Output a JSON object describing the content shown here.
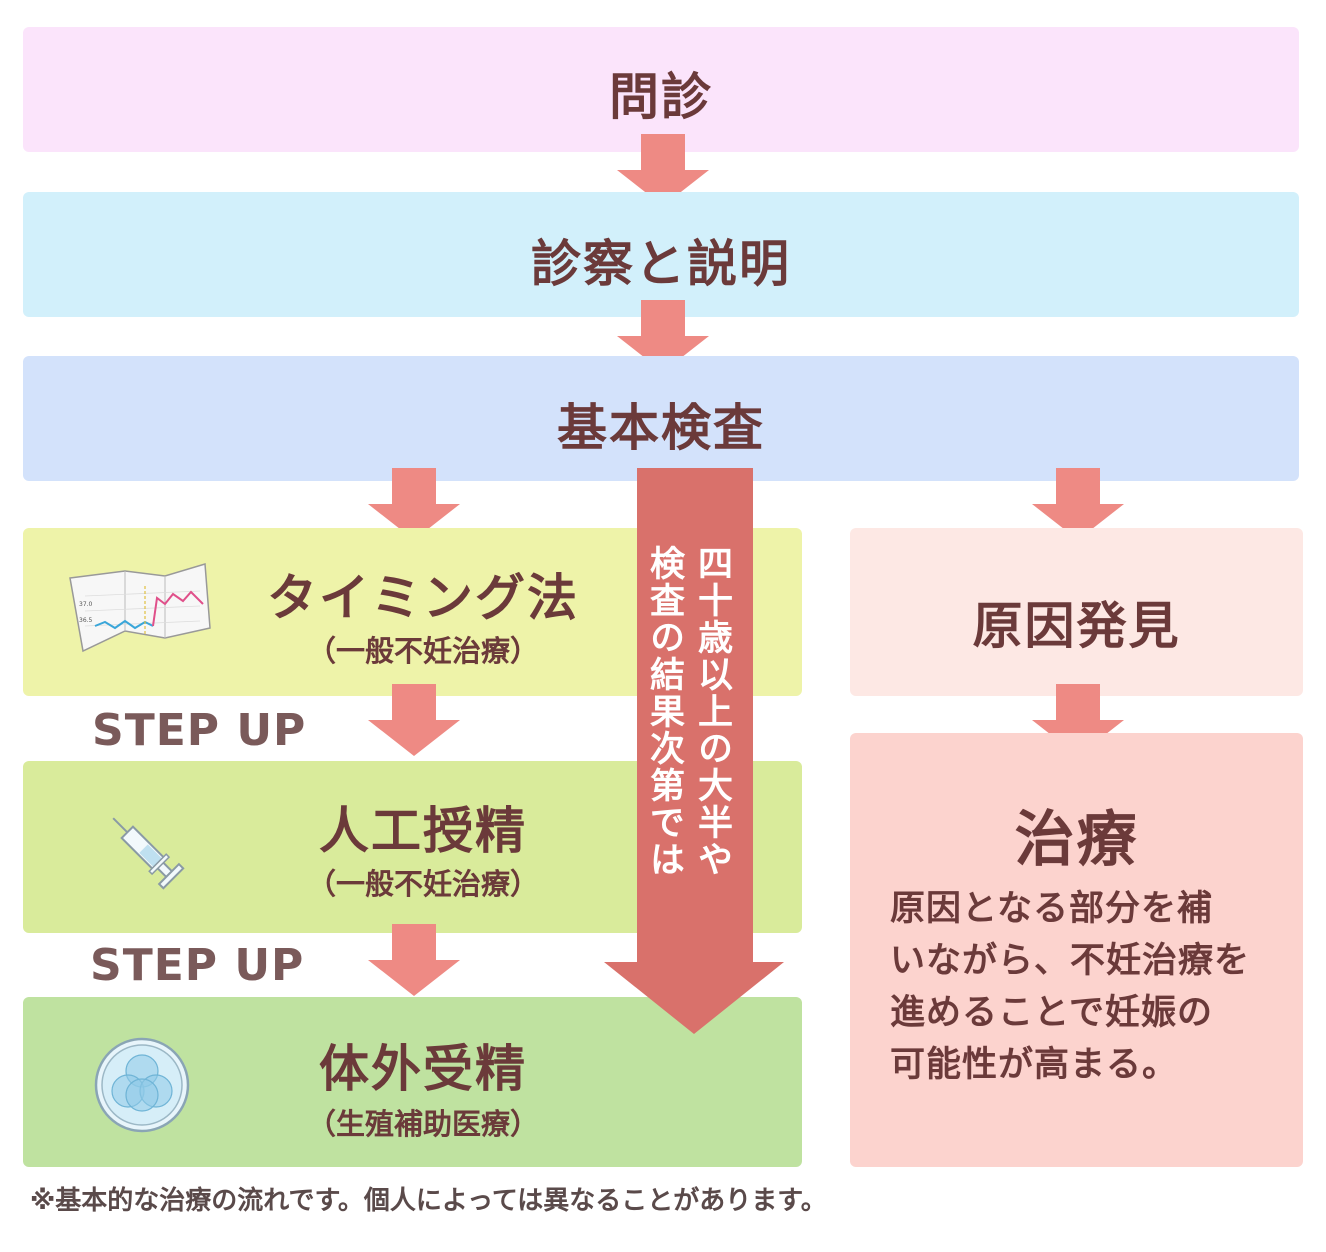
{
  "steps": {
    "monshin": "問診",
    "shinsatsu": "診察と説明",
    "kihon": "基本検査",
    "timing": {
      "title": "タイミング法",
      "sub": "（一般不妊治療）"
    },
    "jinko": {
      "title": "人工授精",
      "sub": "（一般不妊治療）"
    },
    "taigai": {
      "title": "体外受精",
      "sub": "（生殖補助医療）"
    },
    "gen_in": "原因発見",
    "chiryo": {
      "title": "治療",
      "desc_lines": [
        "原因となる部分を補",
        "いながら、不妊治療を",
        "進めることで妊娠の",
        "可能性が高まる。"
      ]
    }
  },
  "step_up_label": "STEP UP",
  "vertical_note": {
    "line1": "四十歳以上の大半や",
    "line2": "検査の結果次第では"
  },
  "footnote": "※基本的な治療の流れです。個人によっては異なることがあります。",
  "icons": [
    "bbt-chart-icon",
    "syringe-icon",
    "petri-dish-icon"
  ],
  "colors": {
    "monshin_bg": "#fbe4fb",
    "shinsatsu_bg": "#d2f0fb",
    "kihon_bg": "#d3e2fb",
    "timing_bg": "#eef3a9",
    "jinko_bg": "#d9eb9b",
    "taigai_bg": "#bfe2a0",
    "gen_in_bg": "#fde8e4",
    "chiryo_bg": "#fcd3ce",
    "arrow": "#ee8a84",
    "big_arrow": "#d9716b",
    "text": "#6b3a3a"
  }
}
